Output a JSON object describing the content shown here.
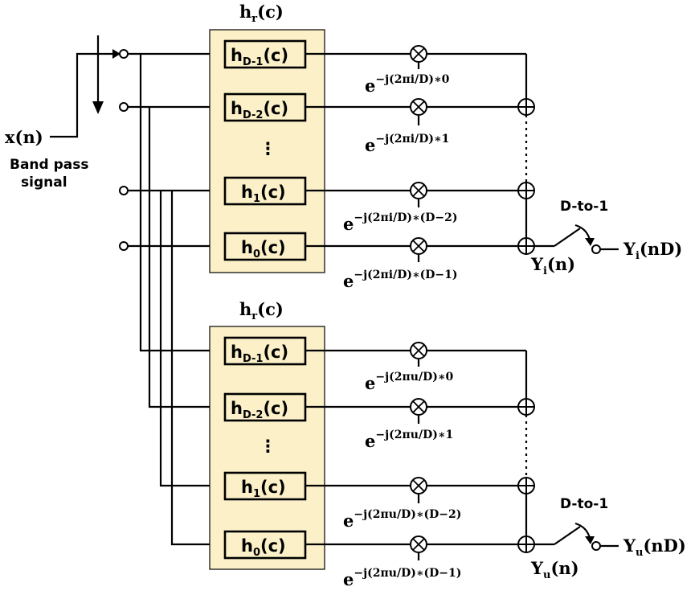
{
  "input": {
    "signal_label": "x(n)",
    "description_line1": "Band pass",
    "description_line2": "signal"
  },
  "bank_title": "h_r(c)",
  "bank_title_main": "h",
  "bank_title_sub": "r",
  "bank_title_arg": "(c)",
  "dots": "⋮",
  "branches": [
    {
      "filters": [
        {
          "main": "h",
          "sub": "D-1",
          "arg": "(c)"
        },
        {
          "main": "h",
          "sub": "D-2",
          "arg": "(c)"
        },
        {
          "main": "h",
          "sub": "1",
          "arg": "(c)"
        },
        {
          "main": "h",
          "sub": "0",
          "arg": "(c)"
        }
      ],
      "exponents": [
        "−j(2πi/D)∗0",
        "−j(2πi/D)∗1",
        "−j(2πi/D)∗(D−2)",
        "−j(2πi/D)∗(D−1)"
      ],
      "sum_label_main": "Y",
      "sum_label_sub": "i",
      "sum_label_arg": "(n)",
      "decimator_label": "D-to-1",
      "output_main": "Y",
      "output_sub": "i",
      "output_arg": "(nD)"
    },
    {
      "filters": [
        {
          "main": "h",
          "sub": "D-1",
          "arg": "(c)"
        },
        {
          "main": "h",
          "sub": "D-2",
          "arg": "(c)"
        },
        {
          "main": "h",
          "sub": "1",
          "arg": "(c)"
        },
        {
          "main": "h",
          "sub": "0",
          "arg": "(c)"
        }
      ],
      "exponents": [
        "−j(2πu/D)∗0",
        "−j(2πu/D)∗1",
        "−j(2πu/D)∗(D−2)",
        "−j(2πu/D)∗(D−1)"
      ],
      "sum_label_main": "Y",
      "sum_label_sub": "u",
      "sum_label_arg": "(n)",
      "decimator_label": "D-to-1",
      "output_main": "Y",
      "output_sub": "u",
      "output_arg": "(nD)"
    }
  ],
  "exp_base": "e"
}
